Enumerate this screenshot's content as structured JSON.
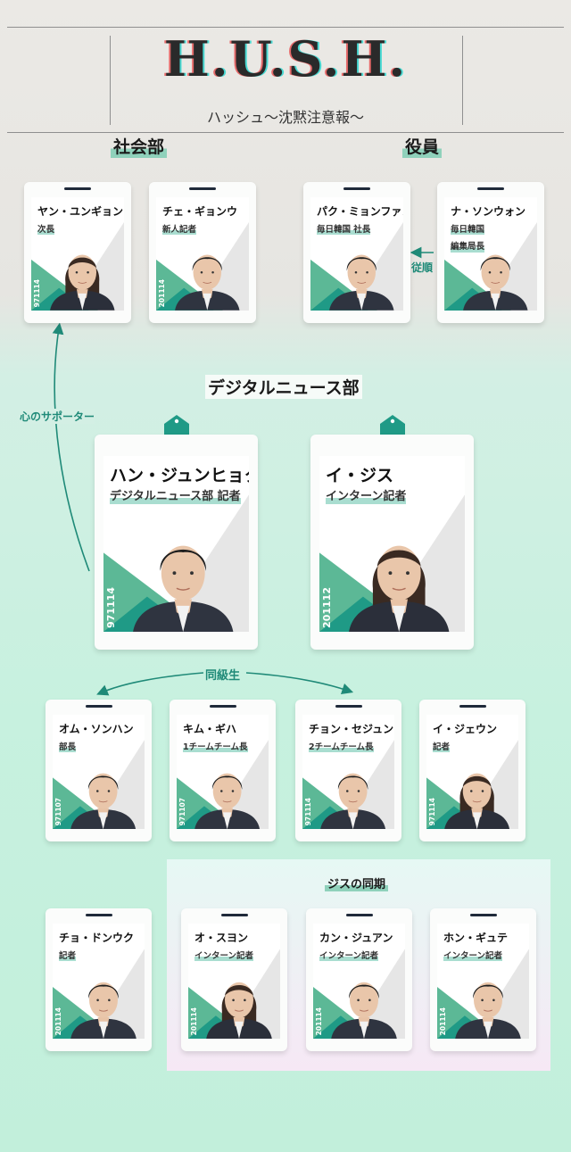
{
  "header": {
    "logo": "H.U.S.H.",
    "subtitle": "ハッシュ〜沈黙注意報〜"
  },
  "sections": {
    "society": "社会部",
    "executives": "役員",
    "digital": "デジタルニュース部",
    "jisu_peers": "ジスの同期"
  },
  "relations": {
    "obedience": "従順",
    "supporter": "心のサポーター",
    "classmates": "同級生"
  },
  "colors": {
    "accent": "#1f9a86",
    "accent_light": "#5cb896",
    "highlight": "#a9ddd0",
    "background_top": "#ebe9e5",
    "background_bottom": "#c7f1df"
  },
  "characters": [
    {
      "name": "ヤン・ユンギョン",
      "role": [
        "次長"
      ],
      "id": "971114",
      "gender": "f"
    },
    {
      "name": "チェ・ギョンウ",
      "role": [
        "新人記者"
      ],
      "id": "201114",
      "gender": "m"
    },
    {
      "name": "パク・ミョンファン",
      "role": [
        "毎日韓国 社長"
      ],
      "id": "",
      "gender": "m"
    },
    {
      "name": "ナ・ソンウォン",
      "role": [
        "毎日韓国",
        "編集局長"
      ],
      "id": "",
      "gender": "m"
    },
    {
      "name": "ハン・ジュンヒョク",
      "role": [
        "デジタルニュース部 記者"
      ],
      "id": "971114",
      "gender": "m"
    },
    {
      "name": "イ・ジス",
      "role": [
        "インターン記者"
      ],
      "id": "201112",
      "gender": "f"
    },
    {
      "name": "オム・ソンハン",
      "role": [
        "部長"
      ],
      "id": "971107",
      "gender": "m"
    },
    {
      "name": "キム・ギハ",
      "role": [
        "1チームチーム長"
      ],
      "id": "971107",
      "gender": "m"
    },
    {
      "name": "チョン・セジュン",
      "role": [
        "2チームチーム長"
      ],
      "id": "971114",
      "gender": "m"
    },
    {
      "name": "イ・ジェウン",
      "role": [
        "記者"
      ],
      "id": "971114",
      "gender": "f"
    },
    {
      "name": "チョ・ドンウク",
      "role": [
        "記者"
      ],
      "id": "201114",
      "gender": "m"
    },
    {
      "name": "オ・スヨン",
      "role": [
        "インターン記者"
      ],
      "id": "201114",
      "gender": "f"
    },
    {
      "name": "カン・ジュアン",
      "role": [
        "インターン記者"
      ],
      "id": "201114",
      "gender": "m"
    },
    {
      "name": "ホン・ギュテ",
      "role": [
        "インターン記者"
      ],
      "id": "201114",
      "gender": "m"
    }
  ]
}
